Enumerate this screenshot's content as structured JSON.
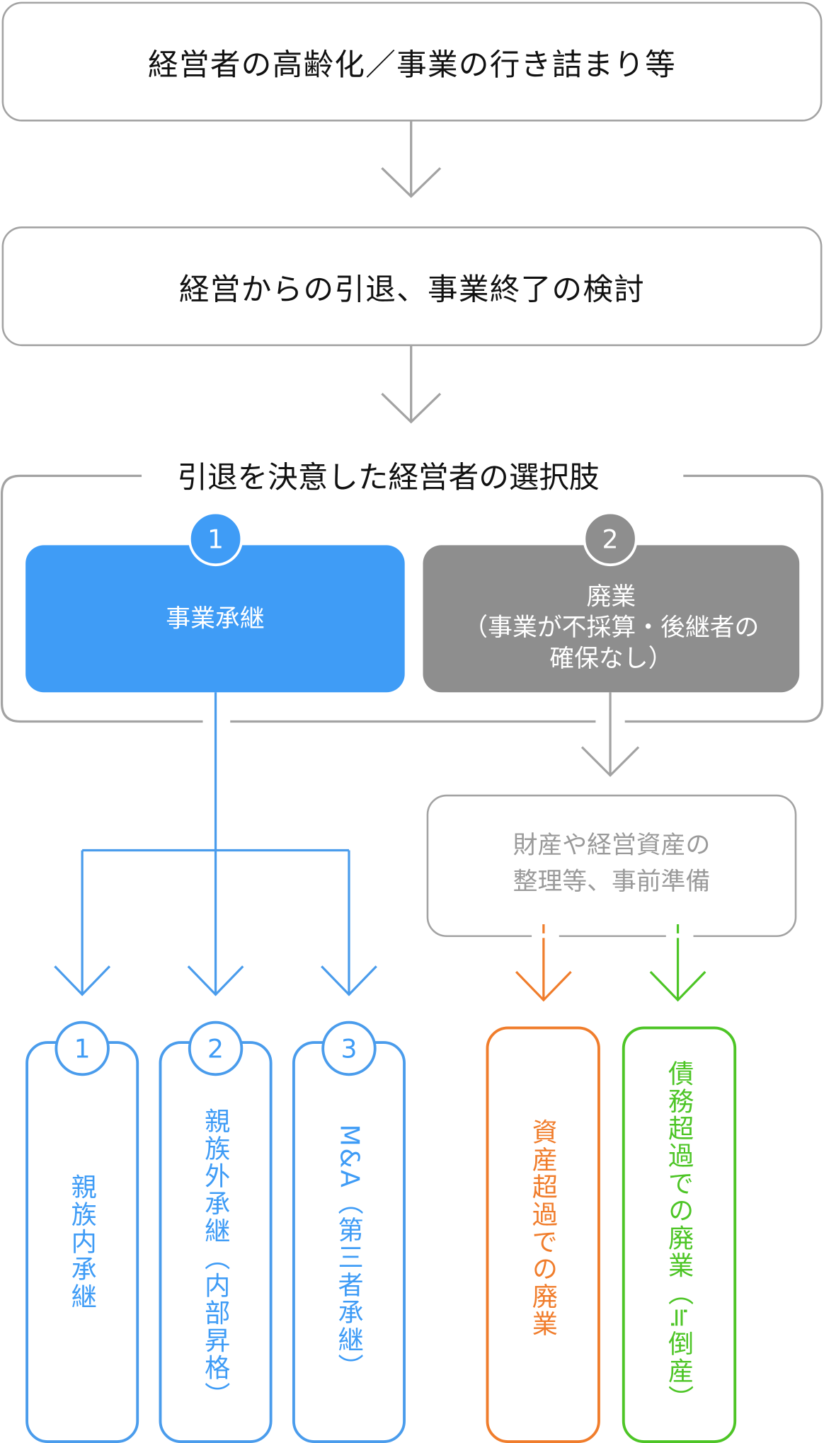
{
  "colors": {
    "blue": "#3f9cf6",
    "gray_fill": "#8e8e8e",
    "border_gray": "#a3a3a3",
    "orange": "#f07d2c",
    "green": "#4dc526"
  },
  "step1": {
    "label": "経営者の高齢化／事業の行き詰まり等"
  },
  "step2": {
    "label": "経営からの引退、事業終了の検討"
  },
  "choices": {
    "title": "引退を決意した経営者の選択肢",
    "option1": {
      "number": "1",
      "label": "事業承継"
    },
    "option2": {
      "number": "2",
      "line1": "廃業",
      "line2": "（事業が不採算・後継者の",
      "line3": "確保なし）"
    }
  },
  "prep": {
    "line1": "財産や経営資産の",
    "line2": "整理等、事前準備"
  },
  "succession": [
    {
      "number": "1",
      "label": "親族内承継"
    },
    {
      "number": "2",
      "label": "親族外承継（内部昇格）"
    },
    {
      "number": "3",
      "label": "M&A（第三者承継）"
    }
  ],
  "closure": [
    {
      "label": "資産超過での廃業"
    },
    {
      "label": "債務超過での廃業（≒倒産）"
    }
  ]
}
